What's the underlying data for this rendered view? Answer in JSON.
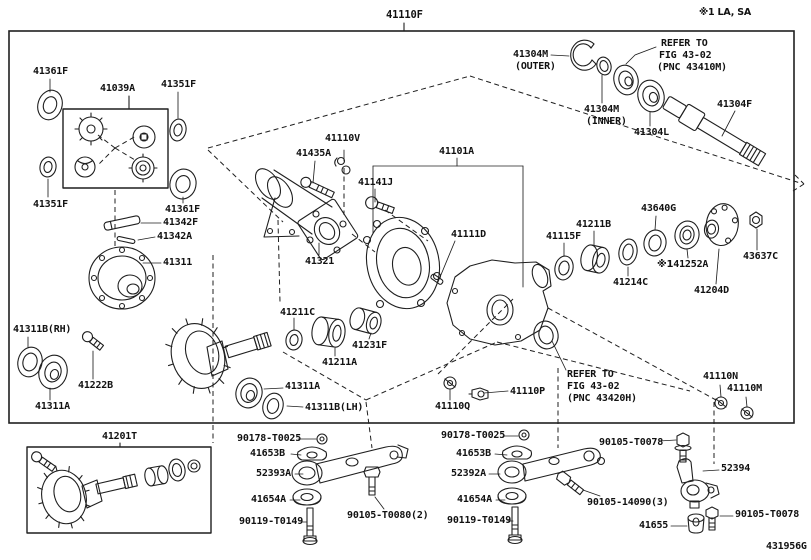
{
  "figure": {
    "title": "41110F",
    "variant_note": "※1 LA, SA",
    "diagram_code": "431956G"
  },
  "refer_notes": {
    "n1": {
      "l1": "REFER TO",
      "l2": "FIG 43-02",
      "l3": "(PNC 43410M)"
    },
    "n2": {
      "l1": "REFER TO",
      "l2": "FIG 43-02",
      "l3": "(PNC 43420H)"
    }
  },
  "labels": {
    "p41361F_a": "41361F",
    "p41039A": "41039A",
    "p41351F_a": "41351F",
    "p41351F_b": "41351F",
    "p41361F_b": "41361F",
    "p41342F": "41342F",
    "p41342A": "41342A",
    "p41311": "41311",
    "p41311B_RH": "41311B(RH)",
    "p41222B": "41222B",
    "p41311A_a": "41311A",
    "p41110V": "41110V",
    "p41435A": "41435A",
    "p41141J": "41141J",
    "p41101A": "41101A",
    "p41321": "41321",
    "p41111D": "41111D",
    "p41211C": "41211C",
    "p41231F": "41231F",
    "p41211A": "41211A",
    "p41311A_b": "41311A",
    "p41311B_LH": "41311B(LH)",
    "p41304M_o": "41304M",
    "outer": "(OUTER)",
    "p41304M_i": "41304M",
    "inner": "(INNER)",
    "p41304L": "41304L",
    "p41304F": "41304F",
    "p43640G": "43640G",
    "p41211B": "41211B",
    "p41115F": "41115F",
    "p41214C": "41214C",
    "note1_prefix": "※1",
    "p41252A": "41252A",
    "p41204D": "41204D",
    "p43637C": "43637C",
    "p41110Q": "41110Q",
    "p41110P": "41110P",
    "p41110N": "41110N",
    "p41110M": "41110M",
    "p41201T": "41201T",
    "p90178_a": "90178-T0025",
    "p41653B_a": "41653B",
    "p52393A": "52393A",
    "p41654A_a": "41654A",
    "p90119_a": "90119-T0149",
    "p90105T0080": "90105-T0080(2)",
    "p90178_b": "90178-T0025",
    "p41653B_b": "41653B",
    "p52392A": "52392A",
    "p41654A_b": "41654A",
    "p90119_b": "90119-T0149",
    "p90105T0078_a": "90105-T0078",
    "p52394": "52394",
    "p90105_14090": "90105-14090(3)",
    "p41655": "41655",
    "p90105T0078_b": "90105-T0078"
  }
}
